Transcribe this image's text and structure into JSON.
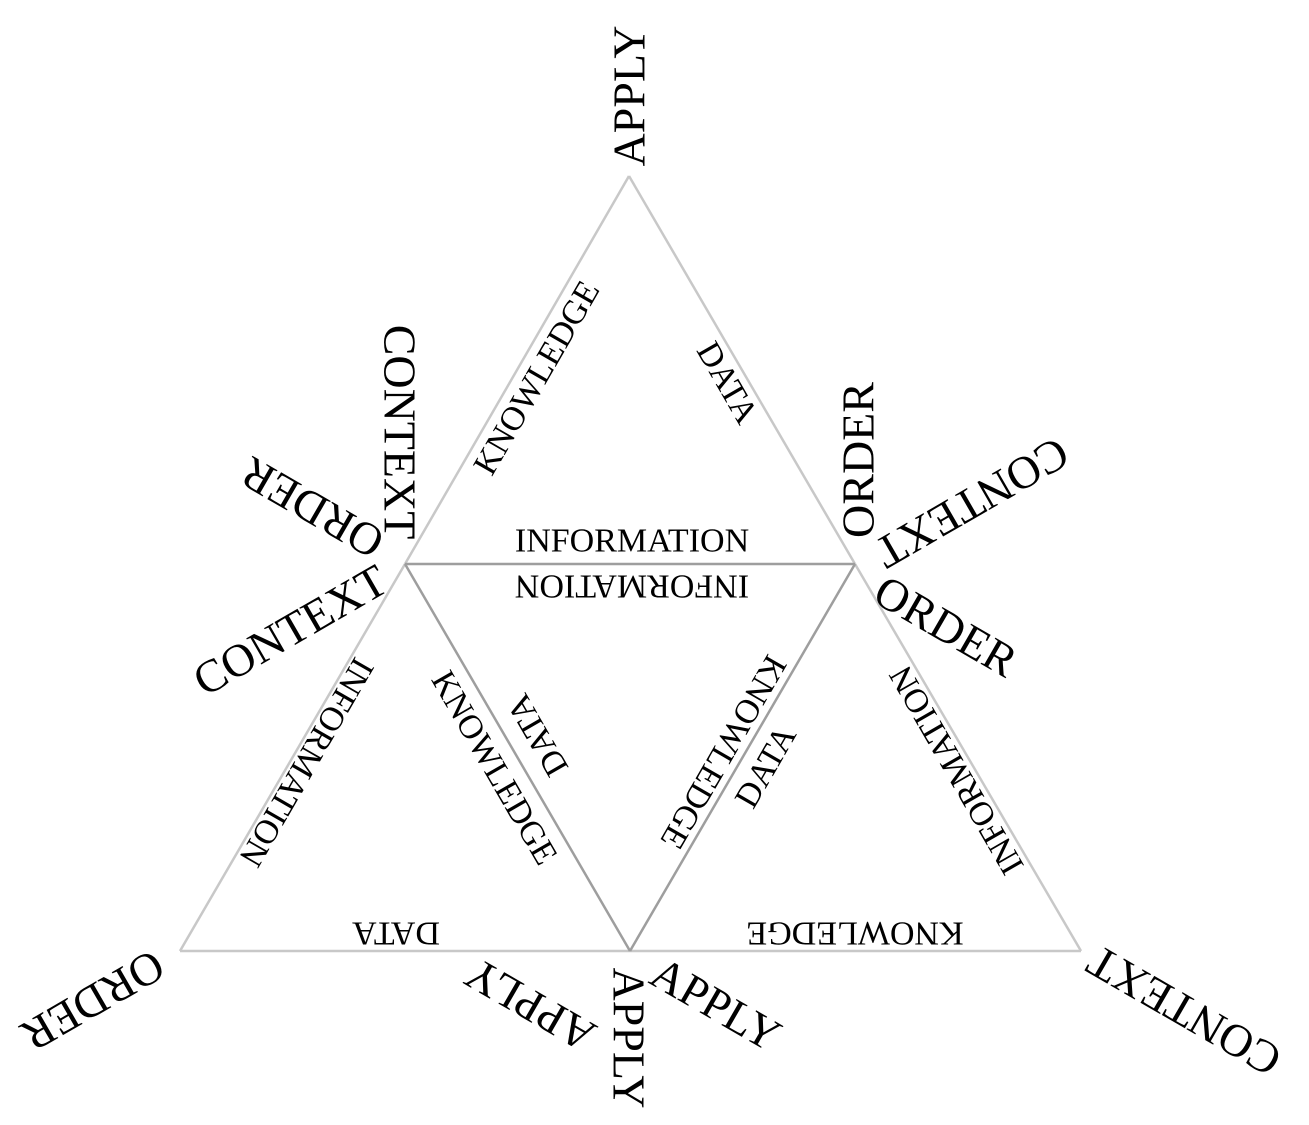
{
  "colors": {
    "background": "#ffffff",
    "outer_edge": "#c8c8c8",
    "inner_edge": "#9e9e9e",
    "text": "#000000"
  },
  "labels": {
    "apply": "APPLY",
    "context": "CONTEXT",
    "order": "ORDER",
    "information": "INFORMATION",
    "knowledge": "KNOWLEDGE",
    "data": "DATA"
  }
}
